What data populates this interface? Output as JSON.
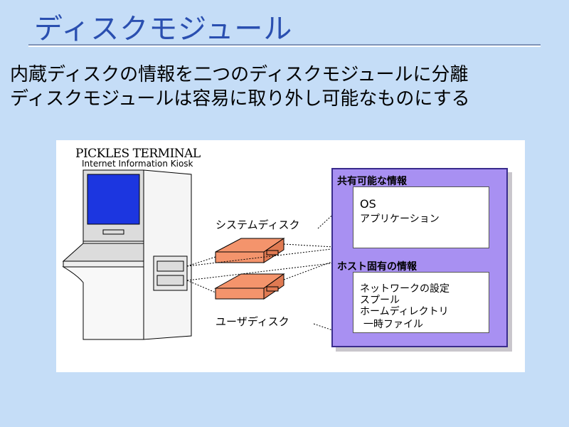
{
  "slide": {
    "title": "ディスクモジュール",
    "bullets": [
      "内蔵ディスクの情報を二つのディスクモジュールに分離",
      "ディスクモジュールは容易に取り外し可能なものにする"
    ]
  },
  "diagram": {
    "kiosk_title": "PICKLES TERMINAL",
    "kiosk_subtitle": "Internet Information Kiosk",
    "system_disk_label": "システムディスク",
    "user_disk_label": "ユーザディスク",
    "shared_section": {
      "heading": "共有可能な情報",
      "items": [
        "OS",
        "アプリケーション"
      ]
    },
    "host_section": {
      "heading": "ホスト固有の情報",
      "items": [
        "ネットワークの設定",
        "スプール",
        "ホームディレクトリ",
        "一時ファイル"
      ]
    },
    "colors": {
      "background": "#c5ddf7",
      "title": "#2a4fb0",
      "panel": "#a890f2",
      "disk": "#f4946c",
      "screen": "#1c36e0"
    }
  }
}
